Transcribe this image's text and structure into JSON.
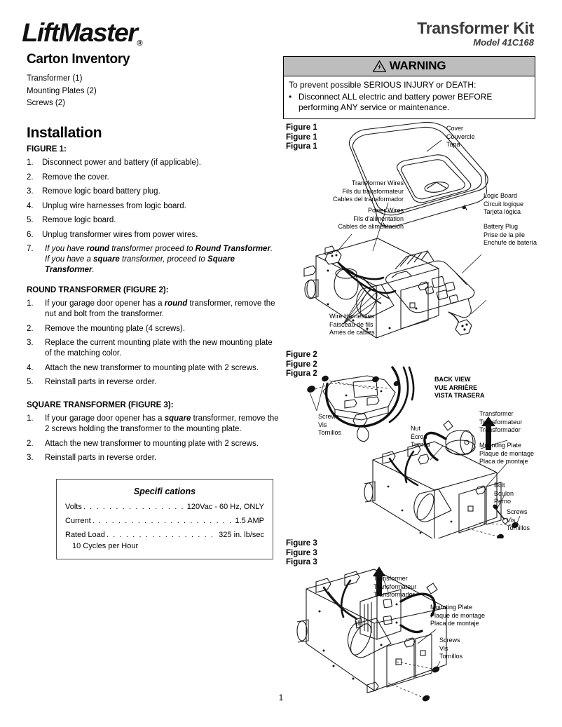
{
  "header": {
    "brand": "LiftMaster",
    "brand_reg": "®",
    "kit_title": "Transformer Kit",
    "model": "Model 41C168"
  },
  "carton": {
    "title": "Carton Inventory",
    "items": [
      "Transformer (1)",
      "Mounting Plates (2)",
      "Screws (2)"
    ]
  },
  "warning": {
    "icon": "warning-triangle-icon",
    "heading": "WARNING",
    "intro": "To prevent possible SERIOUS INJURY or DEATH:",
    "bullet_marker": "•",
    "bullet": "Disconnect ALL electric and battery power BEFORE performing ANY service or maintenance."
  },
  "installation": {
    "title": "Installation",
    "figure1": {
      "heading": "FIGURE 1:",
      "steps": [
        {
          "num": "1.",
          "text": "Disconnect power and battery (if applicable)."
        },
        {
          "num": "2.",
          "text": "Remove the cover."
        },
        {
          "num": "3.",
          "text": "Remove logic board battery plug."
        },
        {
          "num": "4.",
          "text": "Unplug wire harnesses from logic board."
        },
        {
          "num": "5.",
          "text": "Remove logic board."
        },
        {
          "num": "6.",
          "text": "Unplug transformer wires from power wires."
        },
        {
          "num": "7.",
          "text": "If you have round transformer proceed to Round Transformer. If you have a square transformer, proceed to Square Transformer.",
          "italic": true,
          "parts": [
            "If you have ",
            "round",
            " transformer proceed to ",
            "Round Transformer",
            ". If you have a ",
            "square",
            " transformer, proceed to ",
            "Square Transformer",
            "."
          ]
        }
      ]
    },
    "round": {
      "heading": "ROUND TRANSFORMER (FIGURE 2):",
      "steps": [
        {
          "num": "1.",
          "parts": [
            "If your garage door opener has a ",
            "round",
            " transformer, remove the nut and bolt from the transformer."
          ]
        },
        {
          "num": "2.",
          "text": "Remove the mounting plate (4 screws)."
        },
        {
          "num": "3.",
          "text": "Replace the current mounting plate with the new mounting plate of the matching color."
        },
        {
          "num": "4.",
          "text": "Attach the new transformer to mounting plate with 2 screws."
        },
        {
          "num": "5.",
          "text": "Reinstall parts in reverse order."
        }
      ]
    },
    "square": {
      "heading": "SQUARE TRANSFORMER (FIGURE 3):",
      "steps": [
        {
          "num": "1.",
          "parts": [
            "If your garage door opener has a ",
            "square",
            " transformer, remove the 2 screws holding the transformer to the mounting plate."
          ]
        },
        {
          "num": "2.",
          "text": "Attach the new transformer to mounting plate with 2 screws."
        },
        {
          "num": "3.",
          "text": "Reinstall parts in reverse order."
        }
      ]
    }
  },
  "specifications": {
    "title": "Specifi cations",
    "rows": [
      {
        "label": "Volts",
        "value": "120Vac - 60 Hz, ONLY"
      },
      {
        "label": "Current",
        "value": "1.5 AMP"
      },
      {
        "label": "Rated Load",
        "value": "325 in. lb/sec"
      }
    ],
    "note": "10 Cycles per Hour"
  },
  "figures": {
    "fig1": {
      "labels": [
        "Figure 1",
        "Figure 1",
        "Figura 1"
      ],
      "callouts": {
        "cover": [
          "Cover",
          "Couvercle",
          "Tapa"
        ],
        "transformer_wires": [
          "Transformer Wires",
          "Fils du transformateur",
          "Cables del transformador"
        ],
        "power_wires": [
          "Power Wires",
          "Fils d'alimentation",
          "Cables de alimentación"
        ],
        "logic_board": [
          "Logic Board",
          "Circuit logique",
          "Tarjeta lógica"
        ],
        "battery_plug": [
          "Battery Plug",
          "Prise de la pile",
          "Enchufe de batería"
        ],
        "wire_harnesses": [
          "Wire Harnesses",
          "Faisceau de fils",
          "Arnés de cables"
        ]
      }
    },
    "fig2": {
      "labels": [
        "Figure 2",
        "Figure 2",
        "Figura 2"
      ],
      "callouts": {
        "back_view": [
          "BACK VIEW",
          "VUE ARRIÈRE",
          "VISTA TRASERA"
        ],
        "screws": [
          "Screws",
          "Vis",
          "Tornillos"
        ],
        "nut": [
          "Nut",
          "Écrou",
          "Tuerca"
        ],
        "transformer": [
          "Transformer",
          "Transformateur",
          "Transformador"
        ],
        "mounting_plate": [
          "Mounting Plate",
          "Plaque de montage",
          "Placa de montaje"
        ],
        "bolt": [
          "Bolt",
          "Boulon",
          "Perno"
        ],
        "screws2": [
          "Screws",
          "Vis",
          "Tornillos"
        ]
      }
    },
    "fig3": {
      "labels": [
        "Figure 3",
        "Figure 3",
        "Figura 3"
      ],
      "callouts": {
        "transformer": [
          "Transformer",
          "Transformateur",
          "Transformador"
        ],
        "mounting_plate": [
          "Mounting Plate",
          "Plaque de montage",
          "Placa de montaje"
        ],
        "screws": [
          "Screws",
          "Vis",
          "Tornillos"
        ]
      }
    }
  },
  "footer": {
    "page_number": "1"
  },
  "colors": {
    "warning_header_bg": "#bdbdbd",
    "title_gray": "#3a3a3a",
    "ink": "#111111"
  }
}
